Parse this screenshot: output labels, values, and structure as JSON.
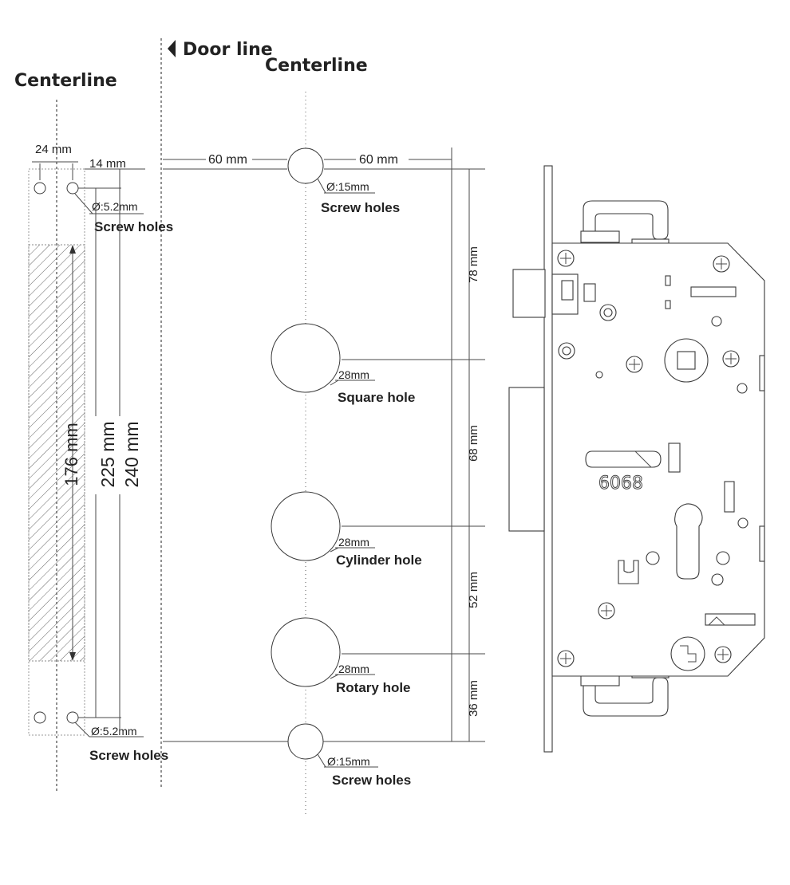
{
  "headings": {
    "door_line": "Door line",
    "centerline_left": "Centerline",
    "centerline_mid": "Centerline"
  },
  "faceplate": {
    "width": "24 mm",
    "offset": "14 mm",
    "hole_dia_top": "Ø:5.2mm",
    "hole_label_top": "Screw holes",
    "hole_dia_bottom": "Ø:5.2mm",
    "hole_label_bottom": "Screw holes",
    "slot_length": "176 mm",
    "screw_spacing": "225 mm",
    "total_length": "240 mm"
  },
  "door_cutout": {
    "left_distance": "60 mm",
    "right_distance": "60 mm",
    "top_screw_dia": "Ø:15mm",
    "top_screw_label": "Screw holes",
    "square_dia": "28mm",
    "square_label": "Square hole",
    "cylinder_dia": "28mm",
    "cylinder_label": "Cylinder hole",
    "rotary_dia": "28mm",
    "rotary_label": "Rotary hole",
    "bottom_screw_dia": "Ø:15mm",
    "bottom_screw_label": "Screw holes"
  },
  "vertical_dims": [
    "78 mm",
    "68 mm",
    "52 mm",
    "36 mm"
  ],
  "lock_body": {
    "model": "6068"
  },
  "colors": {
    "line": "#4a4a4a",
    "text": "#222222",
    "background": "#ffffff"
  }
}
